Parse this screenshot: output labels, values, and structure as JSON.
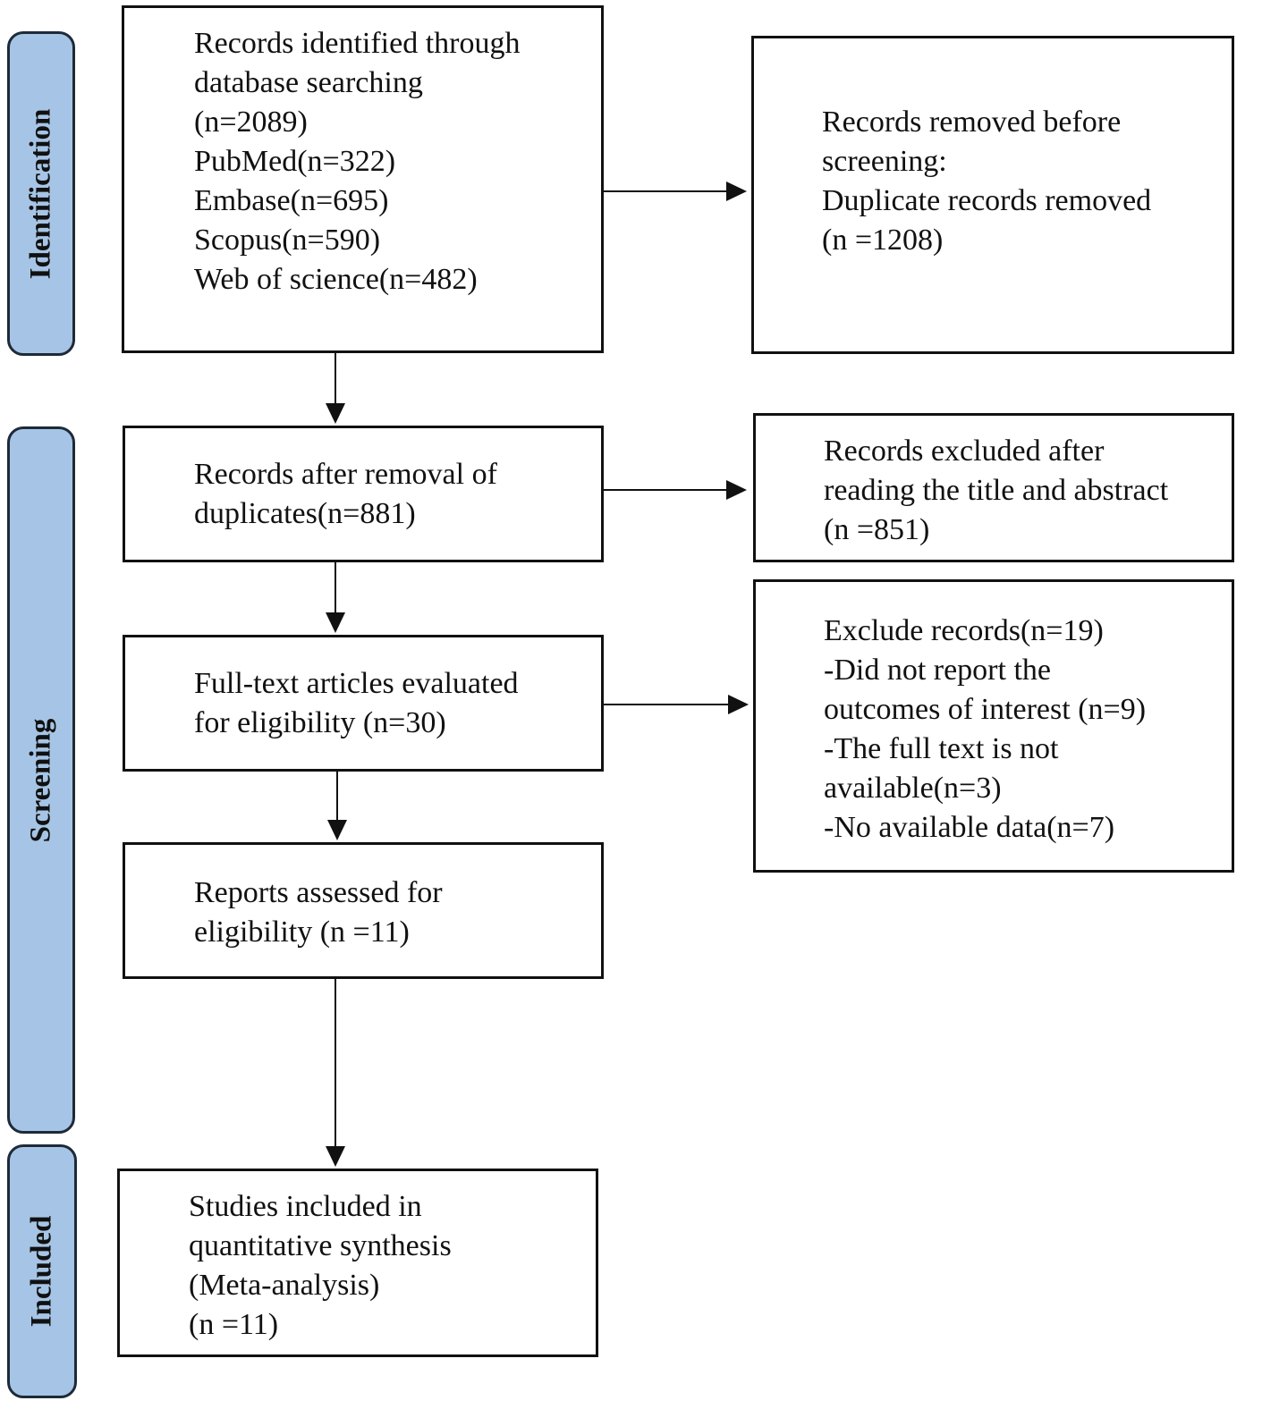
{
  "phases": {
    "identification": "Identification",
    "screening": "Screening",
    "included": "Included"
  },
  "boxes": {
    "identified": {
      "lines": [
        "Records identified through",
        "database searching",
        "(n=2089)",
        "PubMed(n=322)",
        "Embase(n=695)",
        "Scopus(n=590)",
        "Web of science(n=482)"
      ]
    },
    "removed_before_screening": {
      "lines": [
        "Records removed before",
        "screening:",
        "Duplicate records removed",
        "(n =1208)"
      ]
    },
    "after_duplicates": {
      "lines": [
        "Records after removal of",
        "duplicates(n=881)"
      ]
    },
    "excluded_title_abstract": {
      "lines": [
        "Records excluded after",
        "reading the title and abstract",
        "(n =851)"
      ]
    },
    "full_text": {
      "lines": [
        "Full-text articles evaluated",
        "for eligibility (n=30)"
      ]
    },
    "exclude_records": {
      "lines": [
        "Exclude records(n=19)",
        "-Did not report the",
        "outcomes of interest (n=9)",
        "-The full text is not",
        "available(n=3)",
        "-No available data(n=7)"
      ]
    },
    "reports_assessed": {
      "lines": [
        "Reports assessed for",
        "eligibility (n =11)"
      ]
    },
    "included_studies": {
      "lines": [
        "Studies included in",
        "quantitative synthesis",
        "(Meta-analysis)",
        "(n =11)"
      ]
    }
  }
}
